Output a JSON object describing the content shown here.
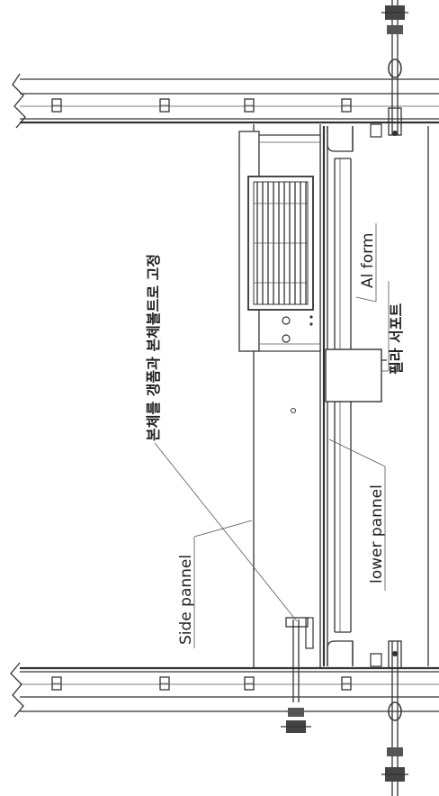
{
  "labels": {
    "fix_bolt": "본체를 갱폼과 본체볼트로 고정",
    "al_form": "Al form",
    "pillar_support": "필라 서포트",
    "lower_pannel": "lower pannel",
    "side_pannel": "Side pannel"
  }
}
